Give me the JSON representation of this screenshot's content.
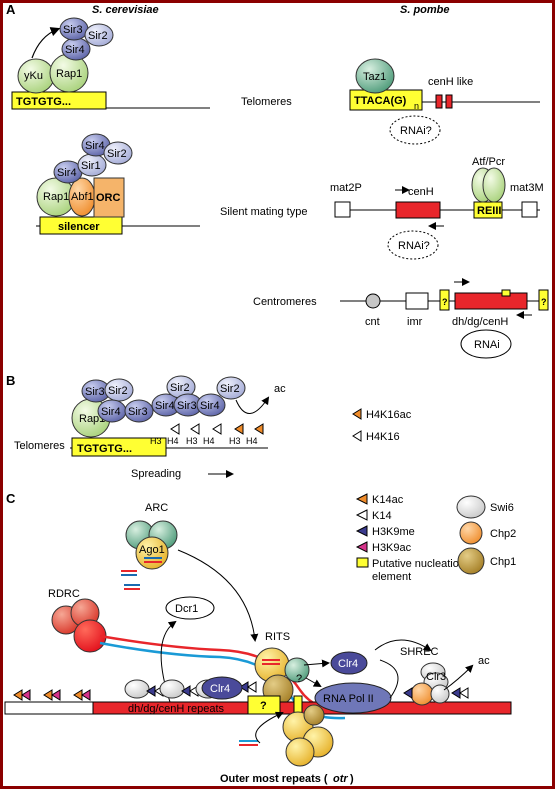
{
  "panels": {
    "a": {
      "letter": "A",
      "left_organism": "S. cerevisiae",
      "right_organism": "S. pombe",
      "rows": {
        "telomeres": "Telomeres",
        "silent_mating": "Silent mating type",
        "centromeres": "Centromeres"
      },
      "telomere_left": {
        "yku": "yKu",
        "rap1": "Rap1",
        "sir3": "Sir3",
        "sir2": "Sir2",
        "sir4": "Sir4",
        "repeat": "TGTGTG..."
      },
      "telomere_right": {
        "taz1": "Taz1",
        "repeat": "TTACA(G)",
        "repeat_sub": "n",
        "cenh_like": "cenH like",
        "rnai": "RNAi?"
      },
      "mating_left": {
        "rap1": "Rap1",
        "abf1": "Abf1",
        "orc": "ORC",
        "sir4_top": "Sir4",
        "sir2": "Sir2",
        "sir1": "Sir1",
        "sir4": "Sir4",
        "silencer": "silencer"
      },
      "mating_right": {
        "mat2p": "mat2P",
        "cenh": "cenH",
        "atfpcr": "Atf/Pcr",
        "mat3m": "mat3M",
        "reiii": "REIII",
        "rnai": "RNAi?"
      },
      "centromere_right": {
        "cnt": "cnt",
        "imr": "imr",
        "dhdg": "dh/dg/cenH",
        "q": "?",
        "rnai": "RNAi"
      }
    },
    "b": {
      "letter": "B",
      "sirs": {
        "sir3a": "Sir3",
        "sir2a": "Sir2",
        "rap1": "Rap1",
        "sir4a": "Sir4",
        "sir3b": "Sir3",
        "sir4b": "Sir4",
        "sir2b": "Sir2",
        "sir3c": "Sir3",
        "sir4c": "Sir4",
        "sir2c": "Sir2"
      },
      "ac": "ac",
      "histones": [
        "H3",
        "H4",
        "H3",
        "H4",
        "H3",
        "H4"
      ],
      "telomeres": "Telomeres",
      "repeat": "TGTGTG...",
      "spreading": "Spreading",
      "legend": {
        "h4k16ac": "H4K16ac",
        "h4k16": "H4K16"
      }
    },
    "c": {
      "letter": "C",
      "legend_left": {
        "k14ac": "K14ac",
        "k14": "K14",
        "h3k9me": "H3K9me",
        "h3k9ac": "H3K9ac",
        "nucleation": "Putative nucleation",
        "nucleation2": "element"
      },
      "legend_right": {
        "swi6": "Swi6",
        "chp2": "Chp2",
        "chp1": "Chp1"
      },
      "arc": "ARC",
      "ago1": "Ago1",
      "rdrc": "RDRC",
      "dcr1": "Dcr1",
      "rits": "RITS",
      "clr4a": "Clr4",
      "clr4b": "Clr4",
      "q_mark": "?",
      "q_box": "?",
      "shrec": "SHREC",
      "clr3": "Clr3",
      "ac": "ac",
      "repeats": "dh/dg/cenH repeats",
      "polii": "RNA Pol II",
      "otr": "Outer most repeats (",
      "otr_it": "otr",
      "otr_end": ")"
    }
  },
  "colors": {
    "frame": "#8b0000",
    "yellow": "#ffff33",
    "red": "#e8262b",
    "sir_blue": "#6f77b8",
    "sir_light": "#b8bfe0",
    "green_light": "#c9e5a8",
    "orange": "#f08c2a",
    "purple": "#3b3b8e",
    "magenta": "#d6338b",
    "chp1": "#b8943a",
    "chp2": "#f07b2a",
    "gold": "#efc64a"
  }
}
